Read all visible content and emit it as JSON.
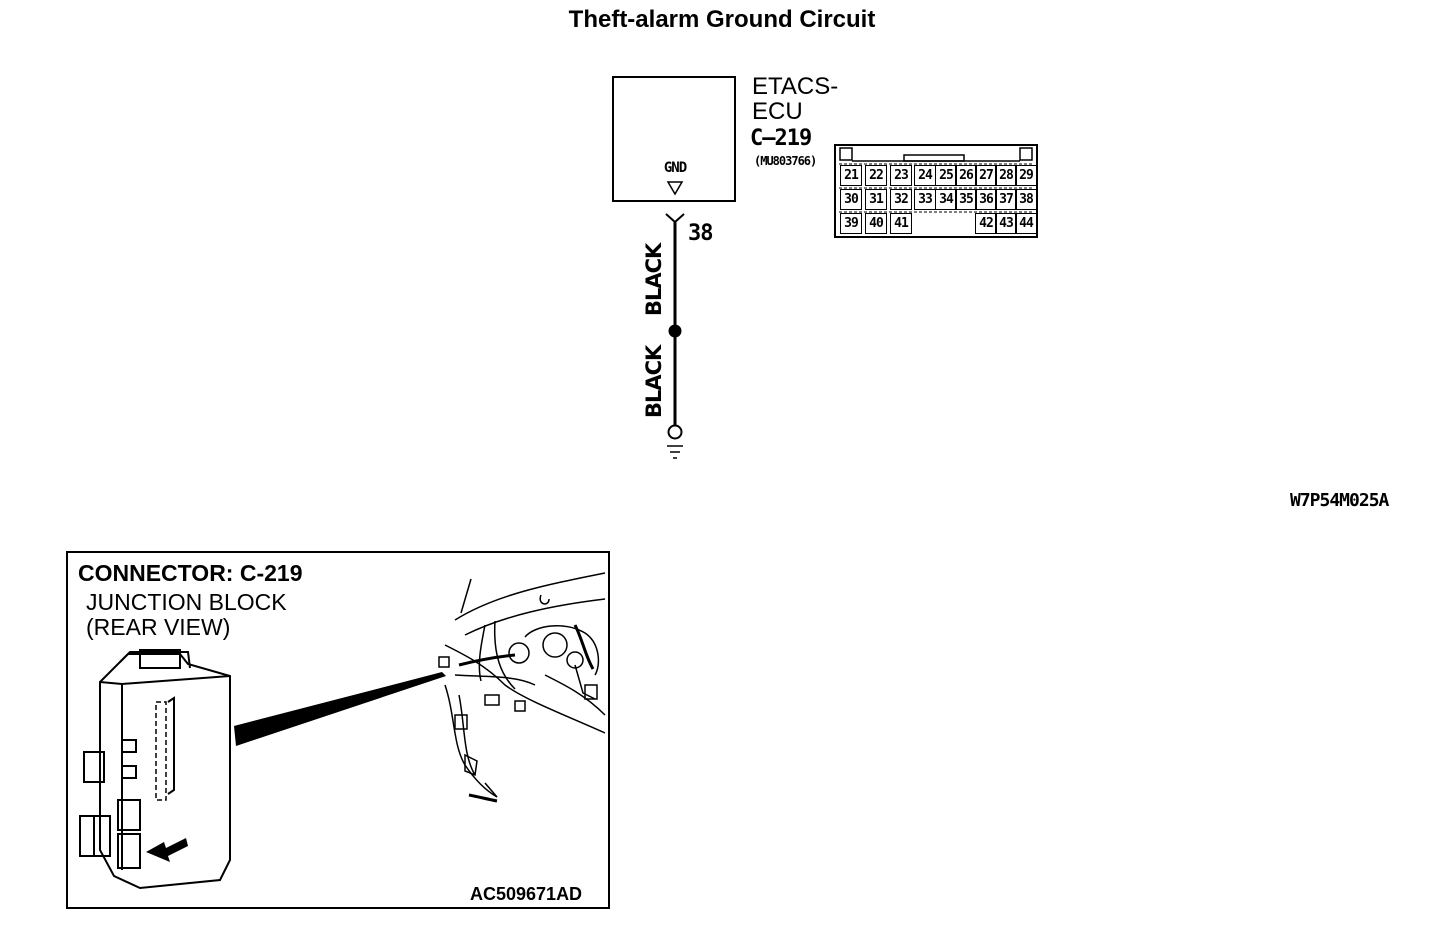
{
  "title": "Theft-alarm Ground Circuit",
  "ecu": {
    "name_line1": "ETACS-",
    "name_line2": "ECU",
    "connector": "C–219",
    "part_number": "(MU803766)",
    "terminal_label": "GND",
    "pin": "38"
  },
  "wires": {
    "upper_color": "BLACK",
    "lower_color": "BLACK"
  },
  "connector_face": {
    "pins": {
      "row1": [
        "21",
        "22",
        "23",
        "24",
        "25",
        "26",
        "27",
        "28",
        "29"
      ],
      "row2": [
        "30",
        "31",
        "32",
        "33",
        "34",
        "35",
        "36",
        "37",
        "38"
      ],
      "row3_left": [
        "39",
        "40",
        "41"
      ],
      "row3_right": [
        "42",
        "43",
        "44"
      ]
    }
  },
  "figure_code": "W7P54M025A",
  "location": {
    "heading": "CONNECTOR: C-219",
    "component_line1": "JUNCTION BLOCK",
    "component_line2": "(REAR VIEW)",
    "figure_code": "AC509671AD"
  }
}
